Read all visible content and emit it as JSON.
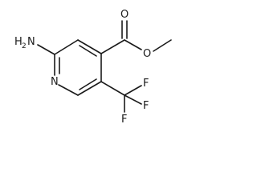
{
  "structure": {
    "atoms": {
      "amine_N": "N",
      "amine_H": "H",
      "amine_count": "2",
      "ring_N": "N",
      "carbonyl_O": "O",
      "ester_O": "O",
      "fluorine_top": "F",
      "fluorine_right": "F",
      "fluorine_bottom": "F"
    }
  }
}
